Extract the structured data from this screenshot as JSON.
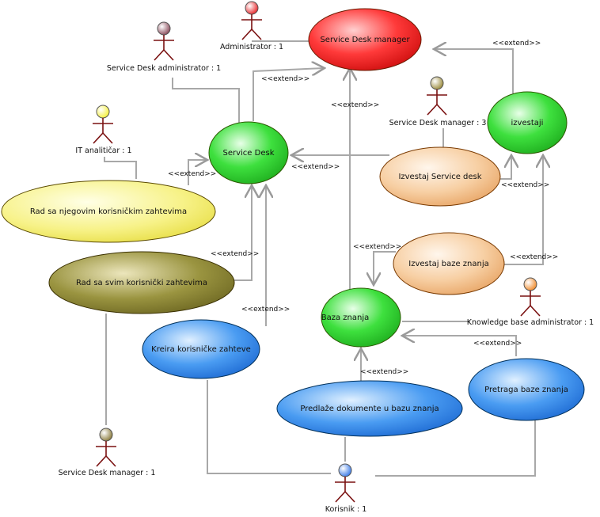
{
  "colors": {
    "line": "#a8a8a8",
    "arrow": "#9a9a9a",
    "actor_stroke": "#7a1010",
    "ellipse_stroke": "#5a2a00",
    "red": "#ff3030",
    "green": "#33dd33",
    "peach": "#f6c79a",
    "yellow": "#f5f07a",
    "olive": "#908a38",
    "blue": "#3f93f0"
  },
  "actors": {
    "administrator": {
      "label": "Administrator : 1",
      "head_color": "#e8262a"
    },
    "sd_administrator": {
      "label": "Service Desk administrator : 1",
      "head_color": "#8a4a5a"
    },
    "it_analiticar": {
      "label": "IT analitičar : 1",
      "head_color": "#f5f03a"
    },
    "sd_manager_3": {
      "label": "Service Desk manager : 3",
      "head_color": "#9a8a3a"
    },
    "kb_administrator": {
      "label": "Knowledge base administrator : 1",
      "head_color": "#f08a2a"
    },
    "sd_manager_1": {
      "label": "Service Desk manager : 1",
      "head_color": "#8a7a3a"
    },
    "korisnik": {
      "label": "Korisnik : 1",
      "head_color": "#3a7ae8"
    }
  },
  "use_cases": {
    "service_desk_manager": "Service Desk manager",
    "service_desk": "Service Desk",
    "izvestaji": "izvestaji",
    "izvestaj_service_desk": "Izvestaj Service desk",
    "rad_njegovim": "Rad sa njegovim korisničkim zahtevima",
    "rad_svim": "Rad sa svim korisnički zahtevima",
    "izvestaj_baze": "Izvestaj baze znanja",
    "baza_znanja": "Baza znanja",
    "kreira": "Kreira korisničke zahteve",
    "pretraga": "Pretraga baze znanja",
    "predlaze": "Predlaže dokumente u bazu znanja"
  },
  "extend_label": "<<extend>>"
}
